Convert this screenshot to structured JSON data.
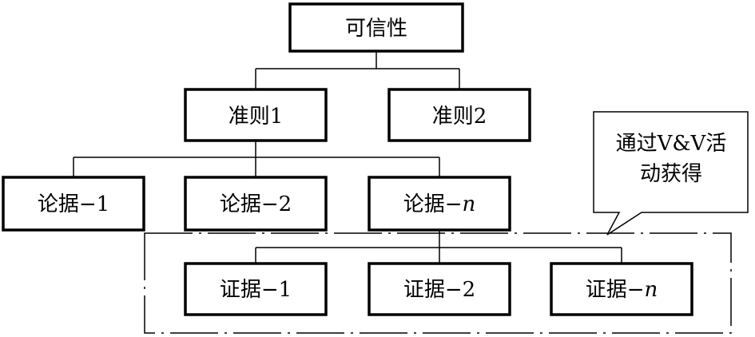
{
  "diagram": {
    "root": "可信性",
    "criteria": [
      "准则1",
      "准则2"
    ],
    "arguments": [
      {
        "label": "论据",
        "suffix": "1"
      },
      {
        "label": "论据",
        "suffix": "2"
      },
      {
        "label": "论据",
        "suffix": "n"
      }
    ],
    "evidence": [
      {
        "label": "证据",
        "suffix": "1"
      },
      {
        "label": "证据",
        "suffix": "2"
      },
      {
        "label": "证据",
        "suffix": "n"
      }
    ],
    "dash": "−",
    "callout": {
      "line1": "通过V&V活",
      "line2": "动获得"
    }
  }
}
